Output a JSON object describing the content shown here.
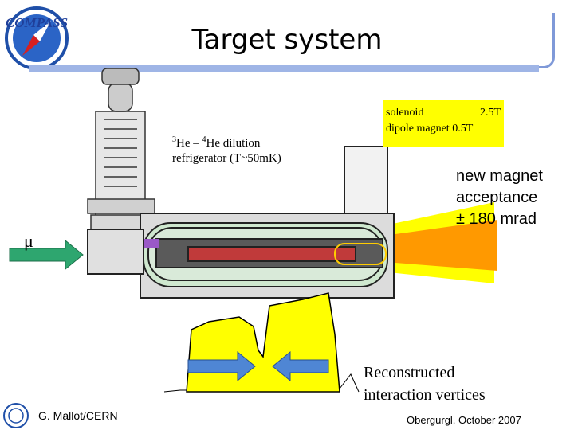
{
  "slide": {
    "title": "Target system",
    "logo_text": "COMPASS",
    "refrigerator": {
      "iso1": "3",
      "el1": "He – ",
      "iso2": "4",
      "el2": "He dilution",
      "line2": "refrigerator (T~50mK)"
    },
    "magnets": {
      "solenoid_name": "solenoid",
      "solenoid_value": "2.5T",
      "dipole_line": "dipole magnet 0.5T"
    },
    "acceptance": {
      "line1": "new magnet",
      "line2": "acceptance",
      "line3": "± 180 mrad"
    },
    "beam_label": "μ",
    "vertices": {
      "line1": "Reconstructed",
      "line2": "interaction vertices"
    },
    "footer": {
      "author": "G. Mallot/CERN",
      "event": "Obergurgl,  October 2007"
    },
    "colors": {
      "title_bar": "#7f99d8",
      "highlight": "#ffff00",
      "beam_arrow": "#2ea66f",
      "vertex_arrow": "#4f86d4",
      "cone_orange": "#ff9900"
    }
  }
}
